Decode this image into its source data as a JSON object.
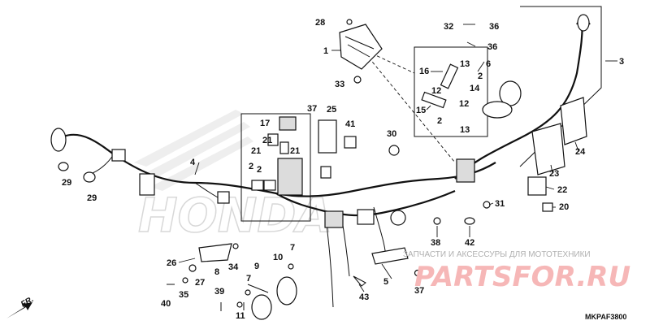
{
  "diagram": {
    "code": "MKPAF3800",
    "direction_label": "FR.",
    "watermark_text": "ЗАПЧАСТИ И АКСЕССУРЫ ДЛЯ МОТОТЕХНИКИ",
    "watermark_brand": "PARTSFOR.RU",
    "brand_background": "HONDA"
  },
  "callouts": [
    {
      "id": "c1",
      "label": "1"
    },
    {
      "id": "c2a",
      "label": "2"
    },
    {
      "id": "c2b",
      "label": "2"
    },
    {
      "id": "c2c",
      "label": "2"
    },
    {
      "id": "c2d",
      "label": "2"
    },
    {
      "id": "c3",
      "label": "3"
    },
    {
      "id": "c4",
      "label": "4"
    },
    {
      "id": "c5",
      "label": "5"
    },
    {
      "id": "c6",
      "label": "6"
    },
    {
      "id": "c7a",
      "label": "7"
    },
    {
      "id": "c7b",
      "label": "7"
    },
    {
      "id": "c8",
      "label": "8"
    },
    {
      "id": "c9",
      "label": "9"
    },
    {
      "id": "c10",
      "label": "10"
    },
    {
      "id": "c11",
      "label": "11"
    },
    {
      "id": "c12a",
      "label": "12"
    },
    {
      "id": "c12b",
      "label": "12"
    },
    {
      "id": "c13a",
      "label": "13"
    },
    {
      "id": "c13b",
      "label": "13"
    },
    {
      "id": "c14",
      "label": "14"
    },
    {
      "id": "c15",
      "label": "15"
    },
    {
      "id": "c16",
      "label": "16"
    },
    {
      "id": "c17",
      "label": "17"
    },
    {
      "id": "c20",
      "label": "20"
    },
    {
      "id": "c21a",
      "label": "21"
    },
    {
      "id": "c21b",
      "label": "21"
    },
    {
      "id": "c21c",
      "label": "21"
    },
    {
      "id": "c22",
      "label": "22"
    },
    {
      "id": "c23",
      "label": "23"
    },
    {
      "id": "c24",
      "label": "24"
    },
    {
      "id": "c25",
      "label": "25"
    },
    {
      "id": "c26",
      "label": "26"
    },
    {
      "id": "c27",
      "label": "27"
    },
    {
      "id": "c28",
      "label": "28"
    },
    {
      "id": "c29a",
      "label": "29"
    },
    {
      "id": "c29b",
      "label": "29"
    },
    {
      "id": "c30",
      "label": "30"
    },
    {
      "id": "c31",
      "label": "31"
    },
    {
      "id": "c32",
      "label": "32"
    },
    {
      "id": "c33",
      "label": "33"
    },
    {
      "id": "c34",
      "label": "34"
    },
    {
      "id": "c35",
      "label": "35"
    },
    {
      "id": "c36a",
      "label": "36"
    },
    {
      "id": "c36b",
      "label": "36"
    },
    {
      "id": "c37a",
      "label": "37"
    },
    {
      "id": "c37b",
      "label": "37"
    },
    {
      "id": "c38",
      "label": "38"
    },
    {
      "id": "c39",
      "label": "39"
    },
    {
      "id": "c40",
      "label": "40"
    },
    {
      "id": "c41",
      "label": "41"
    },
    {
      "id": "c42",
      "label": "42"
    },
    {
      "id": "c43",
      "label": "43"
    }
  ]
}
